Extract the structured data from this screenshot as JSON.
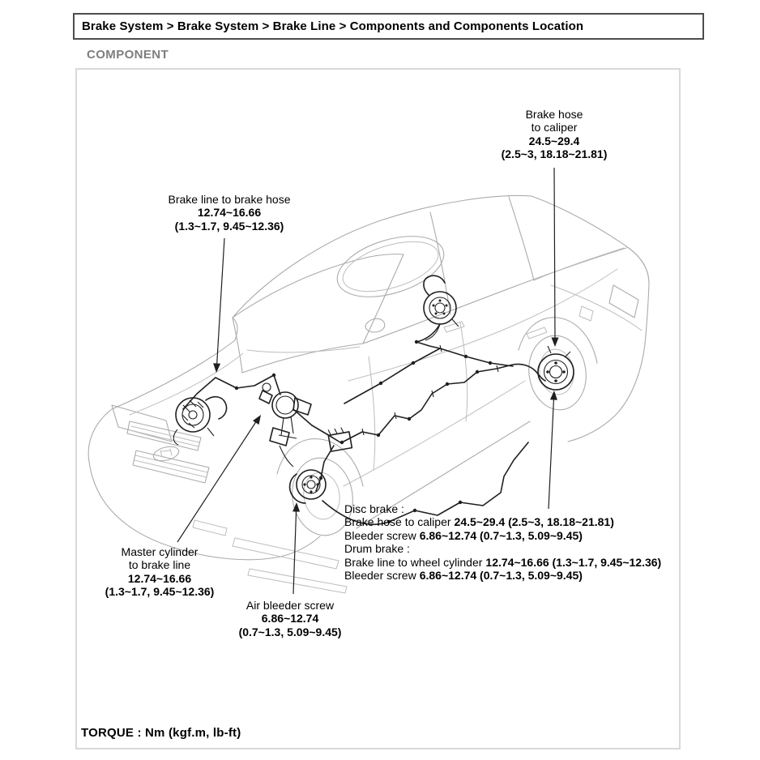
{
  "header": {
    "breadcrumb": "Brake System > Brake System > Brake Line > Components and Components Location"
  },
  "section": {
    "title": "COMPONENT"
  },
  "diagram": {
    "torque_note": "TORQUE : Nm (kgf.m, lb-ft)",
    "callouts": {
      "brake_hose_to_caliper": {
        "name_line1": "Brake hose",
        "name_line2": "to caliper",
        "torque_nm": "24.5~29.4",
        "torque_alt": "(2.5~3, 18.18~21.81)"
      },
      "brake_line_to_brake_hose": {
        "name_line1": "Brake line to brake hose",
        "torque_nm": "12.74~16.66",
        "torque_alt": "(1.3~1.7, 9.45~12.36)"
      },
      "master_cylinder_to_brake_line": {
        "name_line1": "Master cylinder",
        "name_line2": "to brake line",
        "torque_nm": "12.74~16.66",
        "torque_alt": "(1.3~1.7, 9.45~12.36)"
      },
      "air_bleeder_screw": {
        "name_line1": "Air bleeder screw",
        "torque_nm": "6.86~12.74",
        "torque_alt": "(0.7~1.3, 5.09~9.45)"
      },
      "disc_drum_spec": {
        "disc_heading": "Disc brake :",
        "rows_disc": [
          {
            "label": "Brake hose to caliper",
            "value": "24.5~29.4 (2.5~3, 18.18~21.81)"
          },
          {
            "label": "Bleeder screw",
            "value": "6.86~12.74 (0.7~1.3, 5.09~9.45)"
          }
        ],
        "drum_heading": "Drum brake :",
        "rows_drum": [
          {
            "label": "Brake line to wheel cylinder",
            "value": "12.74~16.66 (1.3~1.7, 9.45~12.36)"
          },
          {
            "label": "Bleeder screw",
            "value": "6.86~12.74 (0.7~1.3, 5.09~9.45)"
          }
        ]
      }
    }
  },
  "colors": {
    "page_bg": "#ffffff",
    "car_line_art": "#ababab",
    "brake_lines": "#1f1f1f",
    "text": "#000000",
    "section_title": "#7e7e7e",
    "diagram_border": "#d9d9d9",
    "breadcrumb_border": "#4d4d4d"
  }
}
